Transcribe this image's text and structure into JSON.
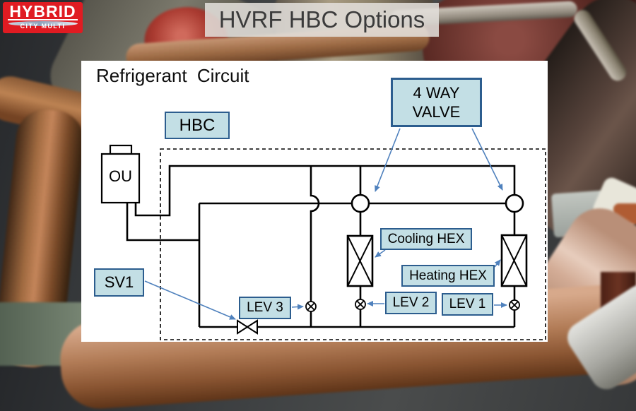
{
  "slide": {
    "title": "HVRF HBC Options"
  },
  "logo": {
    "brand": "HYBRID",
    "tagline": "CITY MULTI"
  },
  "diagram": {
    "heading": "Refrigerant Circuit",
    "unit_label": "OU",
    "labels": {
      "hbc": "HBC",
      "four_way_line1": "4 WAY",
      "four_way_line2": "VALVE",
      "cooling_hex": "Cooling HEX",
      "heating_hex": "Heating HEX",
      "sv1": "SV1",
      "lev3": "LEV 3",
      "lev2": "LEV 2",
      "lev1": "LEV 1"
    }
  },
  "colors": {
    "label_fill": "#c3dfe5",
    "label_border": "#2c5d8e",
    "arrow_blue": "#4f81bd",
    "line_black": "#000000",
    "logo_red": "#e01b22",
    "title_text": "#3b3b3b",
    "titlebar_bg": "#e2dfda"
  }
}
